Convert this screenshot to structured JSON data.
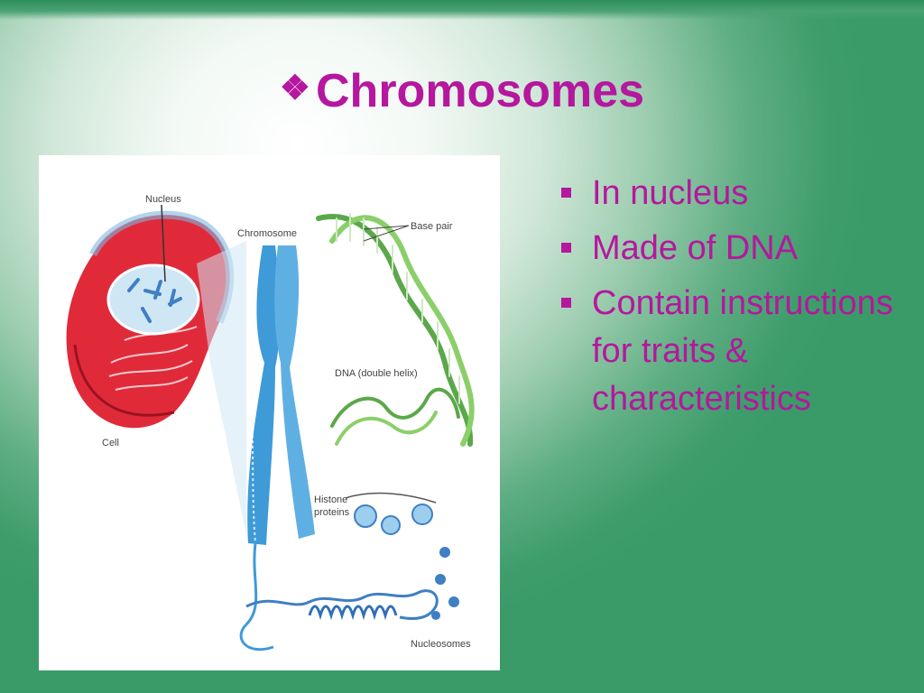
{
  "slide": {
    "title": "Chromosomes",
    "title_bullet_glyph": "❖",
    "bullets": [
      "In nucleus",
      "Made of DNA",
      "Contain instructions for traits & characteristics"
    ]
  },
  "figure": {
    "labels": {
      "nucleus": "Nucleus",
      "chromosome": "Chromosome",
      "base_pair": "Base pair",
      "dna": "DNA (double helix)",
      "cell": "Cell",
      "histone": "Histone",
      "proteins": "proteins",
      "nucleosomes": "Nucleosomes"
    }
  },
  "colors": {
    "title": "#b5179e",
    "cell_red": "#e02a3a",
    "chromosome_blue": "#3f9ad8",
    "dna_green": "#5aa84a"
  }
}
